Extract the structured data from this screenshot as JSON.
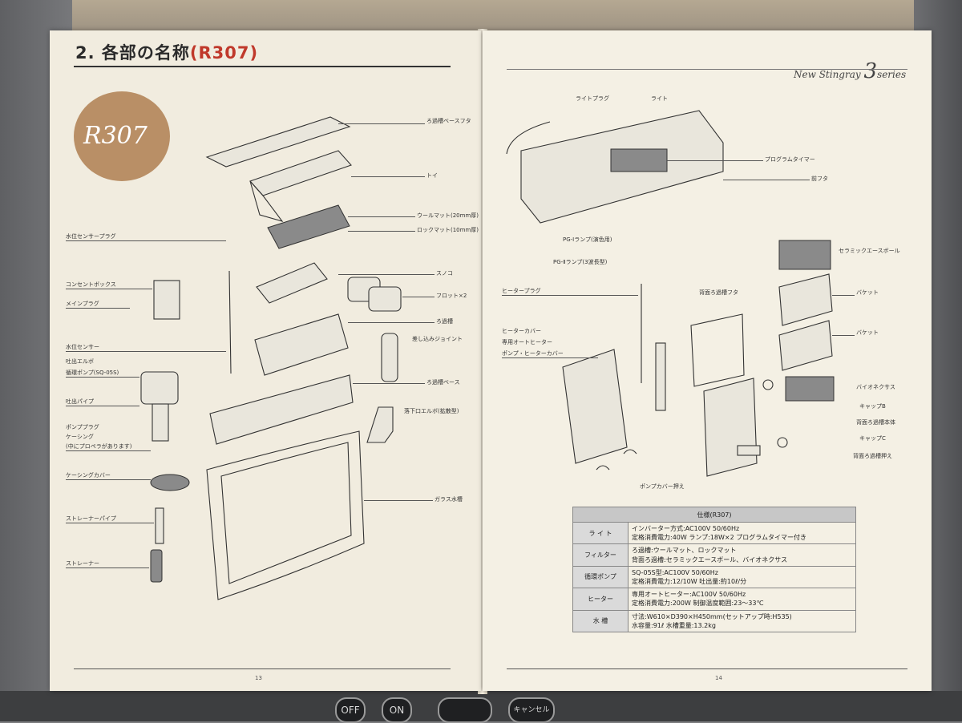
{
  "left_page": {
    "title_prefix": "2. 各部の名称",
    "title_model": "(R307)",
    "badge": "R307",
    "page_number": "13",
    "labels": [
      "ろ過槽ベースフタ",
      "トイ",
      "ウールマット(20mm厚)",
      "ロックマット(10mm厚)",
      "スノコ",
      "フロット×2",
      "ろ過槽",
      "差し込みジョイント",
      "ろ過槽ベース",
      "落下口エルボ(拡散型)",
      "ガラス水槽",
      "水位センサープラグ",
      "コンセントボックス",
      "メインプラグ",
      "水位センサー",
      "吐出エルボ",
      "循環ポンプ(SQ-05S)",
      "吐出パイプ",
      "ポンププラグ",
      "ケーシング",
      "(中にプロペラがあります)",
      "ケーシングカバー",
      "ストレーナーパイプ",
      "ストレーナー"
    ]
  },
  "right_page": {
    "series_a": "New Stingray",
    "series_num": "3",
    "series_b": "series",
    "page_number": "14",
    "labels": [
      "ライトプラグ",
      "ライト",
      "プログラムタイマー",
      "前フタ",
      "PG-Ⅰランプ(演色用)",
      "PG-Ⅱランプ(3波長型)",
      "セラミックエースボール",
      "ヒータープラグ",
      "背面ろ過槽フタ",
      "バケット",
      "バケット",
      "ヒーターカバー",
      "専用オートヒーター",
      "ポンプ・ヒーターカバー",
      "バイオネクサス",
      "キャップB",
      "背面ろ過槽本体",
      "キャップC",
      "背面ろ過槽押え",
      "ポンプカバー押え"
    ],
    "spec": {
      "header": "仕様(R307)",
      "rows": [
        {
          "k": "ラ イ ト",
          "v1": "インバーター方式:AC100V 50/60Hz",
          "v2": "定格消費電力:40W ランプ:18W×2 プログラムタイマー付き"
        },
        {
          "k": "フィルター",
          "v1": "ろ過槽:ウールマット、ロックマット",
          "v2": "背面ろ過槽:セラミックエースボール、バイオネクサス"
        },
        {
          "k": "循環ポンプ",
          "v1": "SQ-05S型:AC100V 50/60Hz",
          "v2": "定格消費電力:12/10W 吐出量:約10ℓ/分"
        },
        {
          "k": "ヒーター",
          "v1": "専用オートヒーター:AC100V 50/60Hz",
          "v2": "定格消費電力:200W 制御温度範囲:23〜33℃"
        },
        {
          "k": "水 槽",
          "v1": "寸法:W610×D390×H450mm(セットアップ時:H535)",
          "v2": "水容量:91ℓ 水槽重量:13.2kg"
        }
      ]
    }
  },
  "device_buttons": [
    "OFF",
    "ON",
    "",
    "キャンセル"
  ]
}
